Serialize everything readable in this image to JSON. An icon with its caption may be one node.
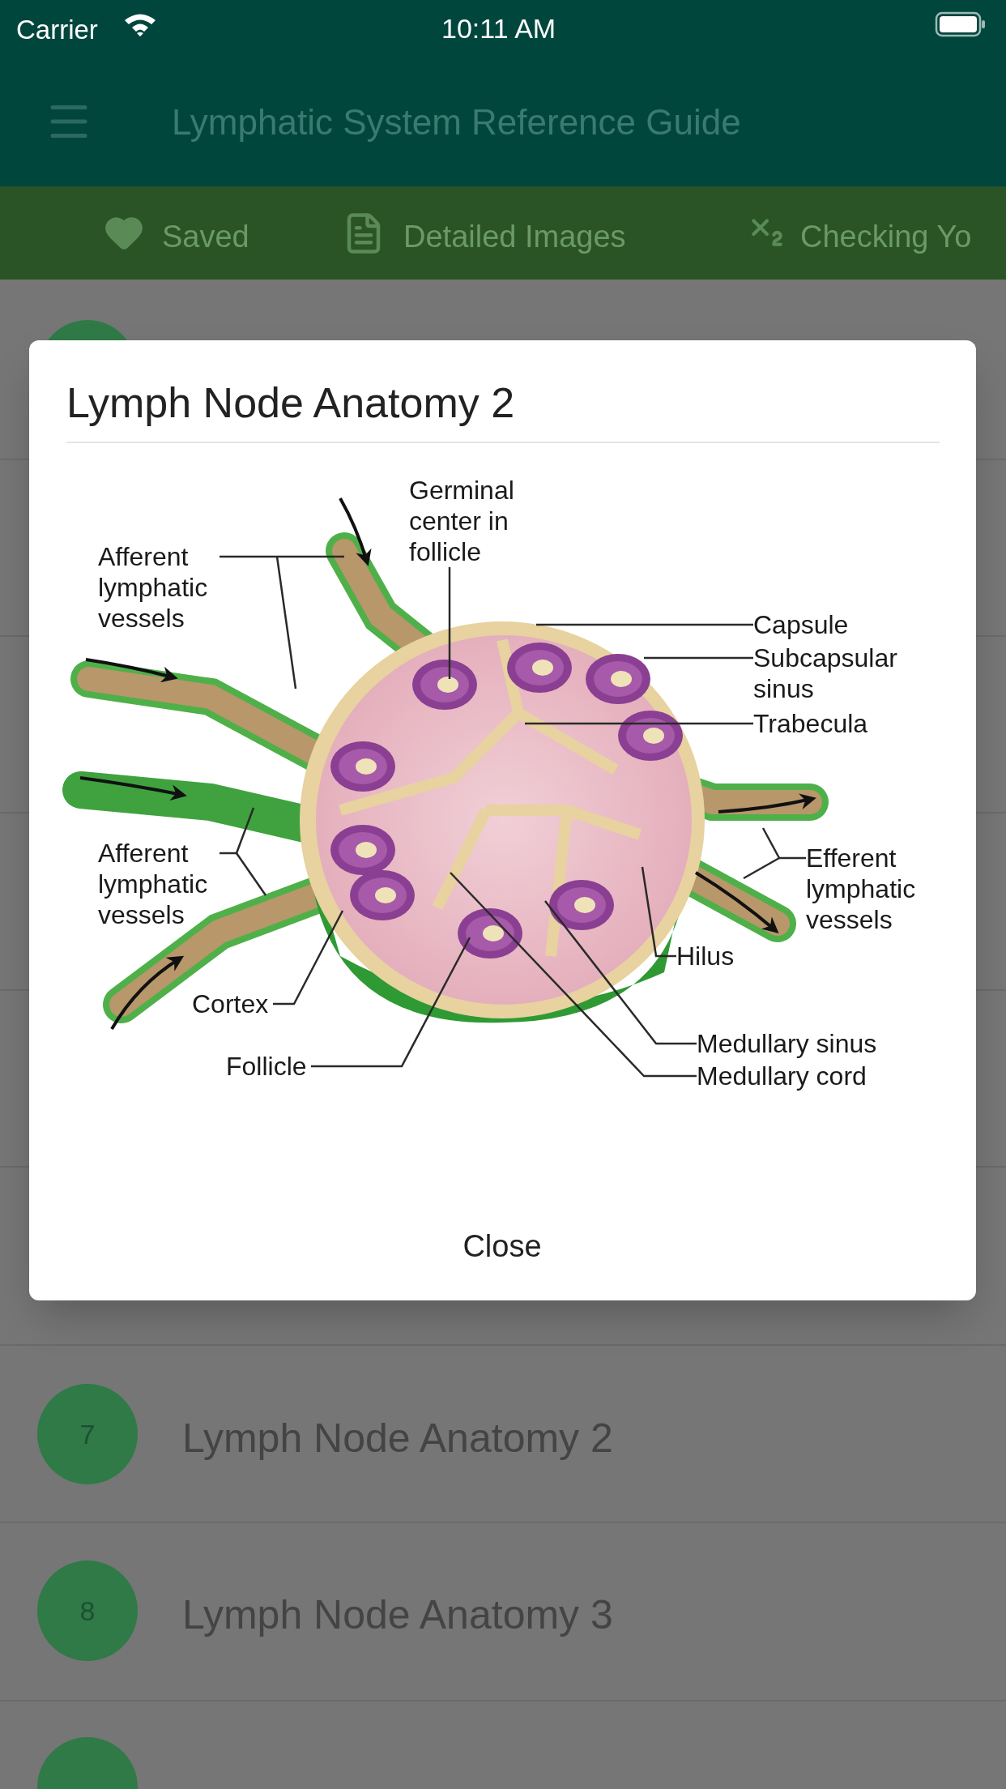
{
  "diagram": {
    "title": "Lymph Node Anatomy 2",
    "nodes": [
      {
        "text": [
          "Afferent lymphatic vessels"
        ]
      },
      {
        "text": [
          "Germinal center in follicle"
        ]
      },
      {
        "text": [
          "Capsule"
        ]
      },
      {
        "text": [
          "Subcapsular sinus"
        ]
      },
      {
        "text": [
          "Trabecula"
        ]
      },
      {
        "text": [
          "Afferent lymphatic vessels"
        ]
      },
      {
        "text": [
          "Efferent lymphatic vessels"
        ]
      },
      {
        "text": [
          "Hilus"
        ]
      },
      {
        "text": [
          "Cortex"
        ]
      },
      {
        "text": [
          "Follicle"
        ]
      },
      {
        "text": [
          "Medullary sinus"
        ]
      },
      {
        "text": [
          "Medullary cord"
        ]
      }
    ],
    "edges": [
      {
        "from": 0,
        "to": null,
        "arrow": "none"
      },
      {
        "from": 0,
        "to": null,
        "arrow": "none"
      },
      {
        "from": 1,
        "to": null,
        "arrow": "none"
      },
      {
        "from": 2,
        "to": null,
        "arrow": "none"
      },
      {
        "from": 3,
        "to": null,
        "arrow": "none"
      },
      {
        "from": 4,
        "to": null,
        "arrow": "none"
      },
      {
        "from": 5,
        "to": null,
        "arrow": "none"
      },
      {
        "from": 5,
        "to": null,
        "arrow": "none"
      },
      {
        "from": 6,
        "to": null,
        "arrow": "none"
      },
      {
        "from": 6,
        "to": null,
        "arrow": "none"
      },
      {
        "from": 7,
        "to": null,
        "arrow": "none"
      },
      {
        "from": 8,
        "to": null,
        "arrow": "none"
      },
      {
        "from": 9,
        "to": null,
        "arrow": "none"
      },
      {
        "from": 10,
        "to": null,
        "arrow": "none"
      },
      {
        "from": 11,
        "to": null,
        "arrow": "none"
      }
    ],
    "labels": [
      "Carrier",
      "10:11 AM",
      "Lymphatic System Reference Guide",
      "Saved",
      "Detailed Images",
      "Checking Yo",
      "Close",
      "7",
      "Lymph Node Anatomy 2",
      "8",
      "Lymph Node Anatomy 3"
    ]
  }
}
